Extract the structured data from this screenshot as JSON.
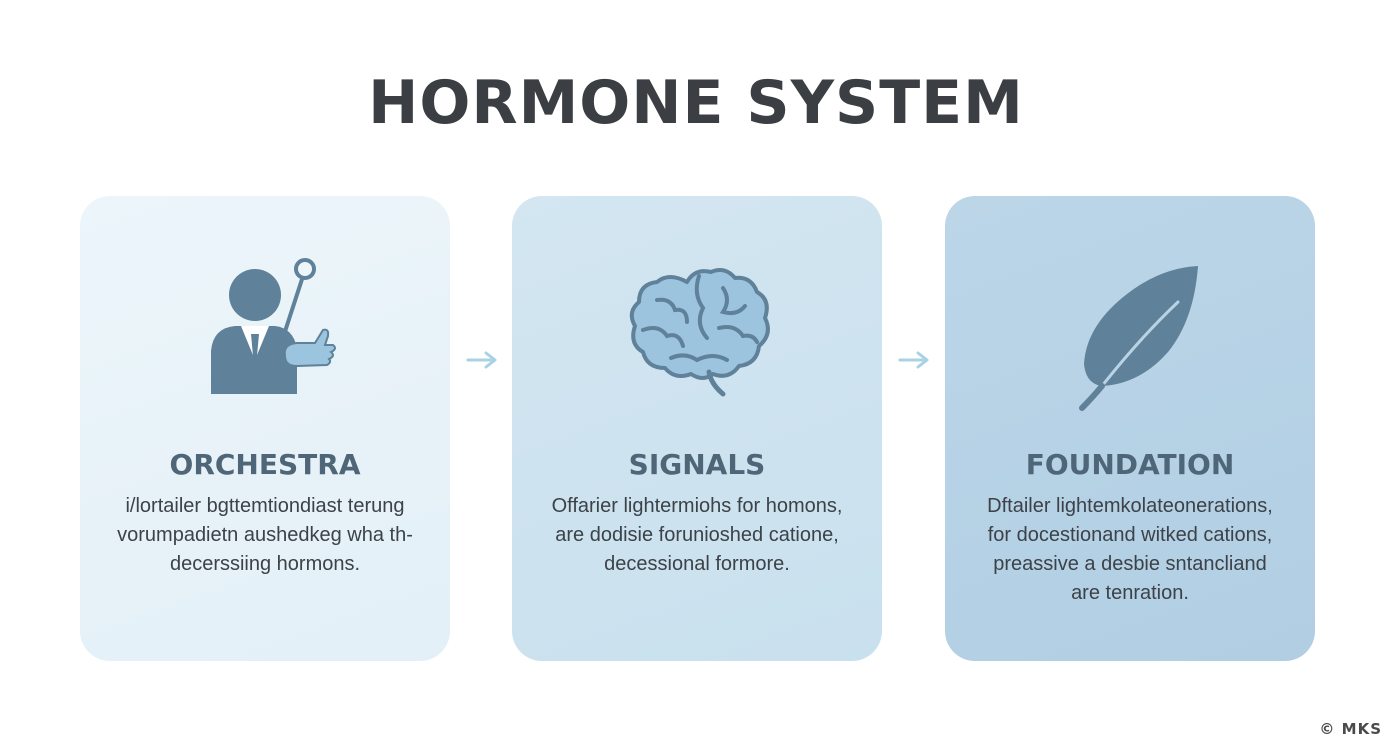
{
  "title": "HORMONE SYSTEM",
  "cards": [
    {
      "heading": "ORCHESTRA",
      "icon": "conductor-icon",
      "lines": [
        "i/lortailer bgttemtiondiast terung",
        "vorumpadietn aushedkeg wha th-",
        "decerssiing hormons."
      ]
    },
    {
      "heading": "SIGNALS",
      "icon": "brain-icon",
      "lines": [
        "Offarier lightermiohs for homons,",
        "are dodisie forunioshed catione,",
        "decessional formore."
      ]
    },
    {
      "heading": "FOUNDATION",
      "icon": "leaf-icon",
      "lines": [
        "Dftailer lightemkolateonerations,",
        "for docestionand witked cations,",
        "preassive a desbie sntancliand",
        "are tenration."
      ]
    }
  ],
  "arrows": [
    "arrow-right-icon",
    "arrow-right-icon"
  ],
  "watermark": "© MKS",
  "colors": {
    "title": "#3b3f43",
    "heading": "#4e6677",
    "icon": "#5f8199",
    "arrow": "#a9d2e6"
  }
}
